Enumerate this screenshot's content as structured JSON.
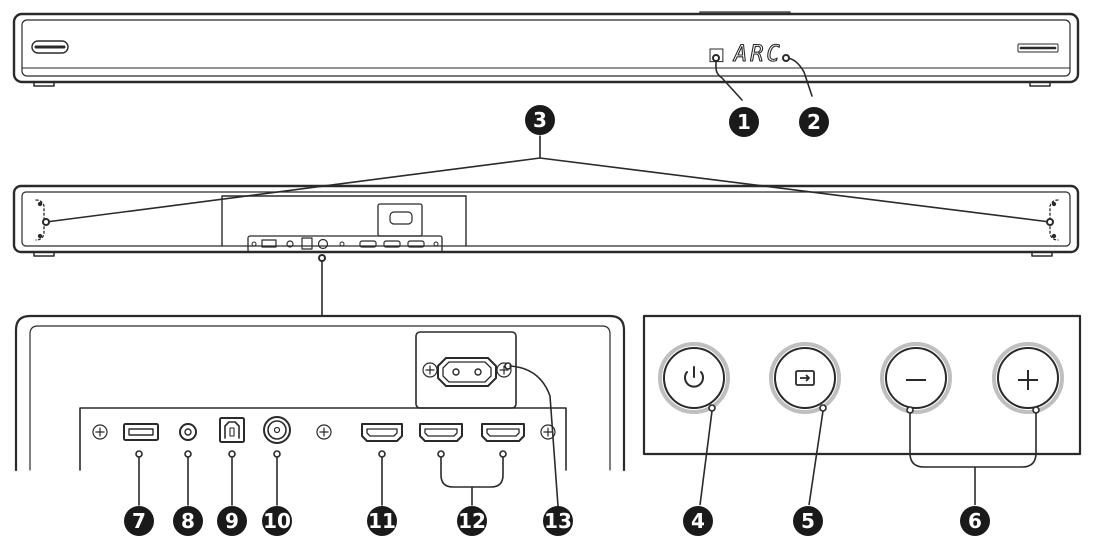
{
  "display": {
    "indicator": "□",
    "text": "ARC"
  },
  "callouts": [
    "1",
    "2",
    "3",
    "4",
    "5",
    "6",
    "7",
    "8",
    "9",
    "10",
    "11",
    "12",
    "13"
  ],
  "colors": {
    "outline": "#2a2a2a",
    "callout_fill": "#1a1a1a",
    "callout_text": "#ffffff",
    "button_ring": "#bfbfbf",
    "background": "#ffffff"
  },
  "icons": {
    "power_button": "power-icon",
    "input_button": "input-source-icon",
    "vol_down_button": "minus-icon",
    "vol_up_button": "plus-icon",
    "ports": [
      "usb-port-icon",
      "aux-jack-icon",
      "optical-port-icon",
      "coax-jack-icon",
      "hdmi-port-icon",
      "hdmi-port-icon",
      "hdmi-port-icon",
      "ac-power-inlet-icon"
    ]
  }
}
